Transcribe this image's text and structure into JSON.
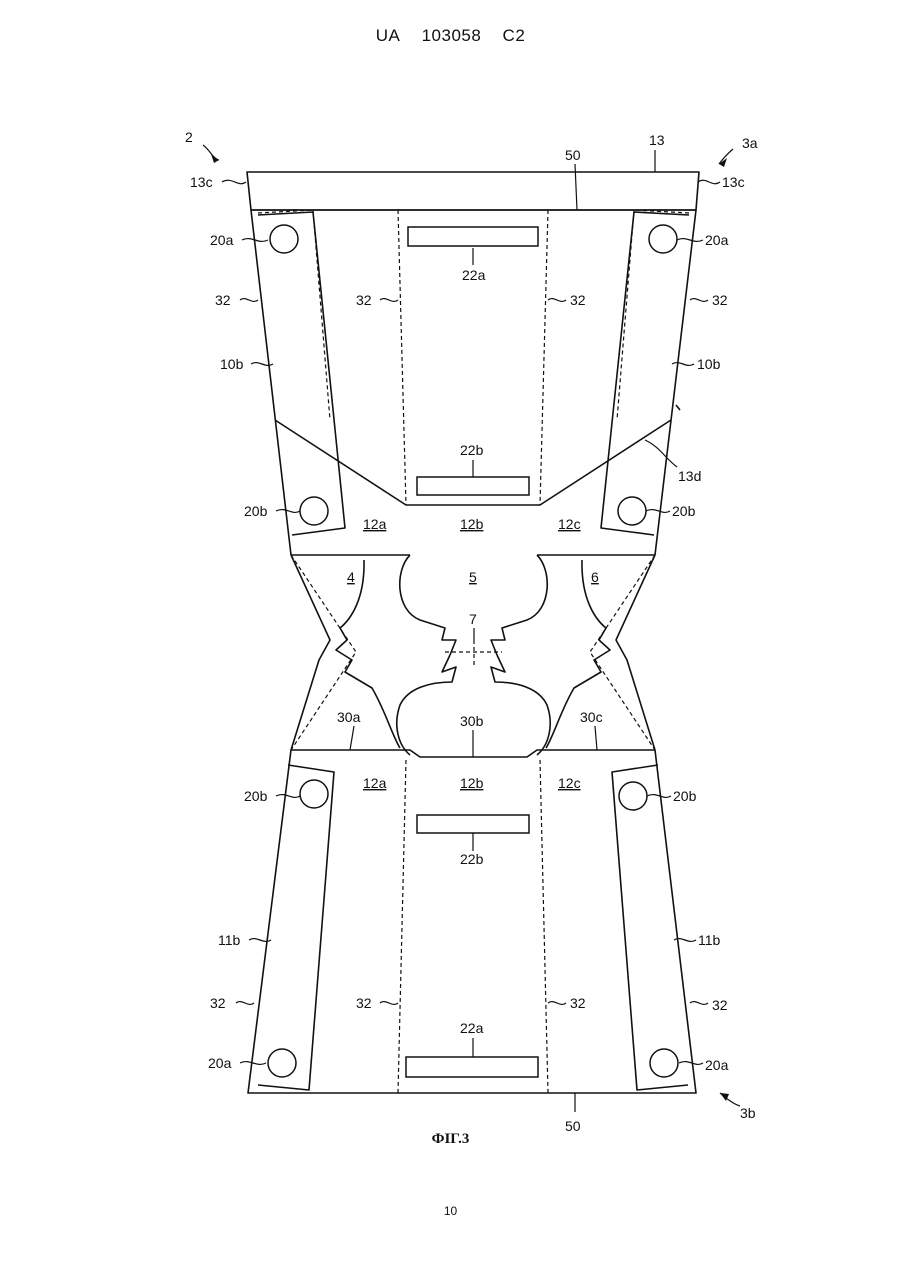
{
  "header": {
    "country": "UA",
    "number": "103058",
    "kind": "C2"
  },
  "figure": {
    "caption": "ФІГ.3",
    "labels": {
      "ref_2": "2",
      "ref_3a": "3a",
      "ref_3b": "3b",
      "ref_13": "13",
      "ref_50": "50",
      "ref_13c": "13c",
      "ref_13d": "13d",
      "ref_20a": "20a",
      "ref_20b": "20b",
      "ref_22a": "22a",
      "ref_22b": "22b",
      "ref_32": "32",
      "ref_10b": "10b",
      "ref_11b": "11b",
      "ref_12a": "12a",
      "ref_12b": "12b",
      "ref_12c": "12c",
      "ref_4": "4",
      "ref_5": "5",
      "ref_6": "6",
      "ref_7": "7",
      "ref_30a": "30a",
      "ref_30b": "30b",
      "ref_30c": "30c"
    }
  },
  "page_number": "10"
}
